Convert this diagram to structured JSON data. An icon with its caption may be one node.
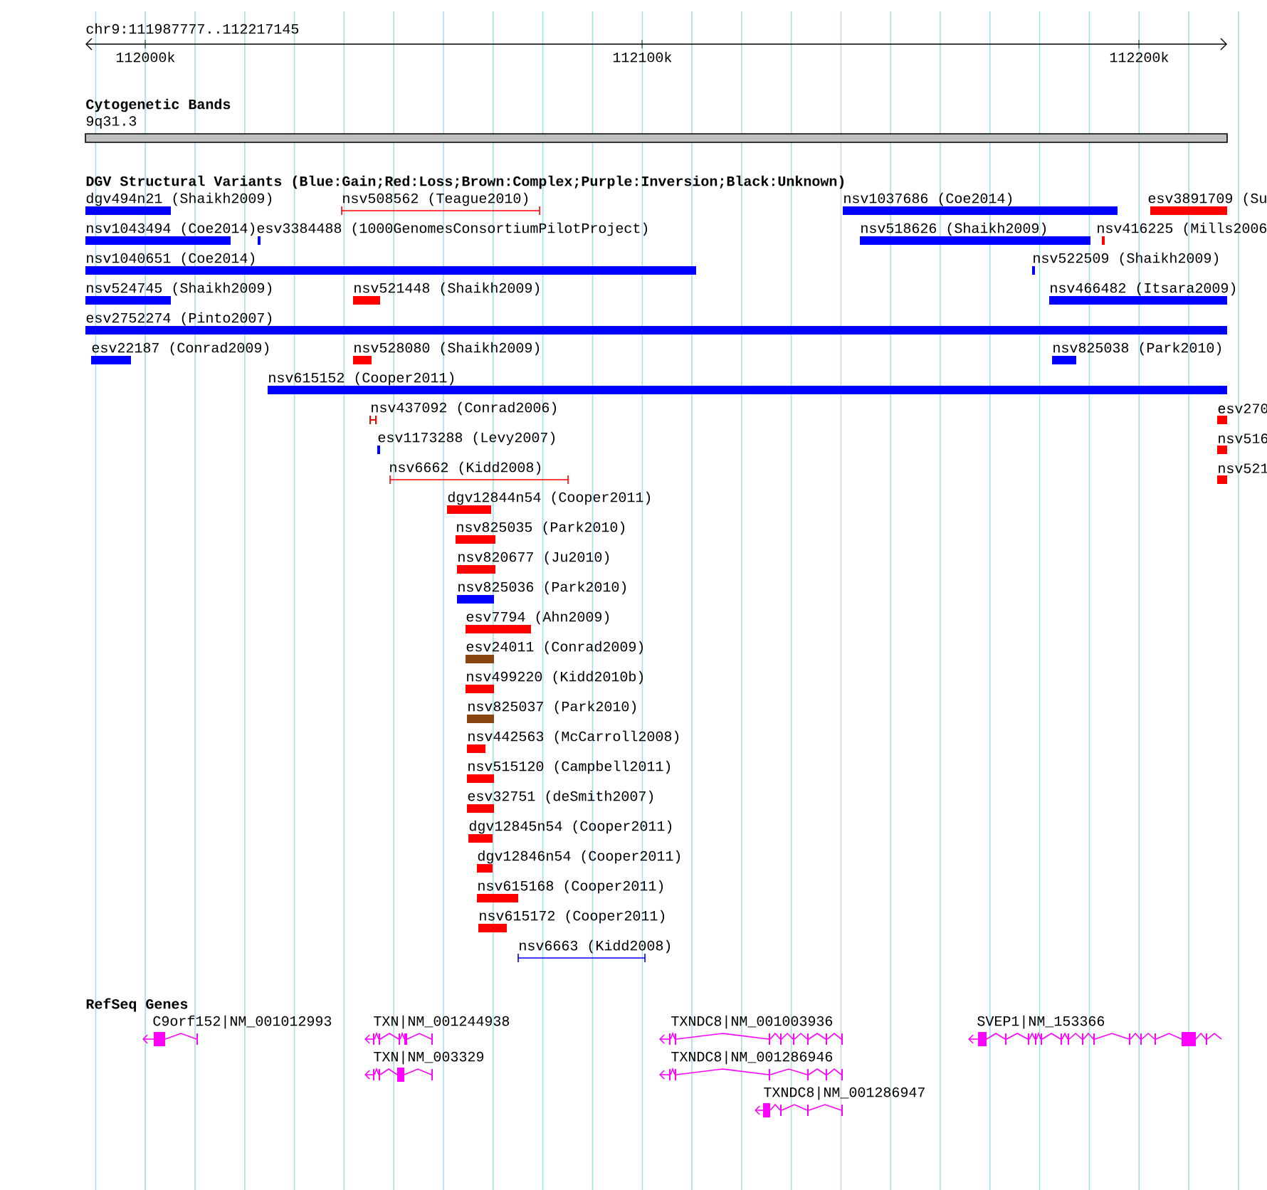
{
  "diagram": {
    "labels": [
      "chr9:111987777..112217145",
      "112000k",
      "112100k",
      "112200k",
      "Cytogenetic Bands",
      "9q31.3",
      "DGV Structural Variants (Blue:Gain;Red:Loss;Brown:Complex;Purple:Inversion;Black:Unknown)",
      "dgv494n21 (Shaikh2009)",
      "nsv508562 (Teague2010)",
      "nsv1037686 (Coe2014)",
      "esv3891709 (Su",
      "nsv1043494 (Coe2014)",
      "esv3384488 (1000GenomesConsortiumPilotProject)",
      "nsv518626 (Shaikh2009)",
      "nsv416225 (Mills2006",
      "nsv1040651 (Coe2014)",
      "nsv522509 (Shaikh2009)",
      "nsv524745 (Shaikh2009)",
      "nsv521448 (Shaikh2009)",
      "nsv466482 (Itsara2009)",
      "esv2752274 (Pinto2007)",
      "esv22187 (Conrad2009)",
      "nsv528080 (Shaikh2009)",
      "nsv825038 (Park2010)",
      "nsv615152 (Cooper2011)",
      "nsv437092 (Conrad2006)",
      "esv270",
      "esv1173288 (Levy2007)",
      "nsv516",
      "nsv6662 (Kidd2008)",
      "nsv521",
      "dgv12844n54 (Cooper2011)",
      "nsv825035 (Park2010)",
      "nsv820677 (Ju2010)",
      "nsv825036 (Park2010)",
      "esv7794 (Ahn2009)",
      "esv24011 (Conrad2009)",
      "nsv499220 (Kidd2010b)",
      "nsv825037 (Park2010)",
      "nsv442563 (McCarroll2008)",
      "nsv515120 (Campbell2011)",
      "esv32751 (deSmith2007)",
      "dgv12845n54 (Cooper2011)",
      "dgv12846n54 (Cooper2011)",
      "nsv615168 (Cooper2011)",
      "nsv615172 (Cooper2011)",
      "nsv6663 (Kidd2008)",
      "RefSeq Genes",
      "C9orf152|NM_001012993",
      "TXN|NM_001244938",
      "TXNDC8|NM_001003936",
      "SVEP1|NM_153366",
      "TXN|NM_003329",
      "TXNDC8|NM_001286946",
      "TXNDC8|NM_001286947"
    ]
  }
}
